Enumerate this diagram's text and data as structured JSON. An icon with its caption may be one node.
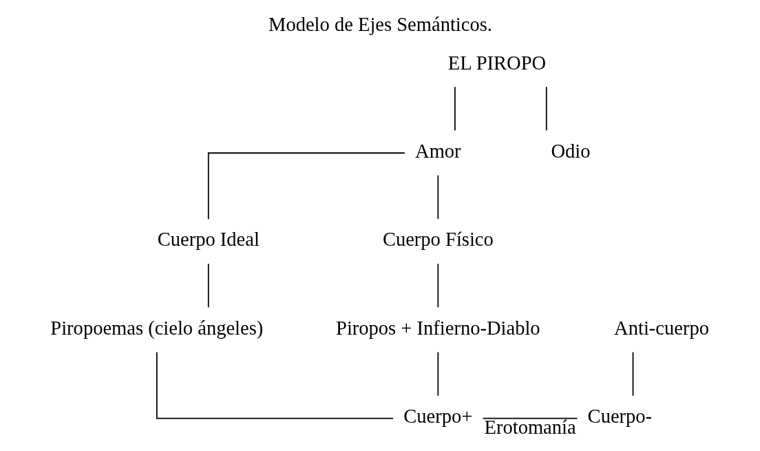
{
  "diagram": {
    "title": "Modelo de Ejes Semánticos.",
    "nodes": [
      {
        "text": [
          "EL PIROPO"
        ]
      },
      {
        "text": [
          "Amor"
        ]
      },
      {
        "text": [
          "Odio"
        ]
      },
      {
        "text": [
          "Cuerpo Ideal"
        ]
      },
      {
        "text": [
          "Cuerpo Físico"
        ]
      },
      {
        "text": [
          "Anti-cuerpo"
        ]
      },
      {
        "text": [
          "Piropoemas (cielo ángeles)"
        ]
      },
      {
        "text": [
          "Piropos + Infierno-Diablo"
        ]
      },
      {
        "text": [
          "Cuerpo+"
        ]
      },
      {
        "text": [
          "Cuerpo-"
        ]
      }
    ],
    "edges": [
      {
        "from": 0,
        "to": 1,
        "arrow": "none"
      },
      {
        "from": 0,
        "to": 2,
        "arrow": "none"
      },
      {
        "from": 1,
        "to": 3,
        "arrow": "none"
      },
      {
        "from": 1,
        "to": 4,
        "arrow": "none"
      },
      {
        "from": 3,
        "to": 6,
        "arrow": "none"
      },
      {
        "from": 4,
        "to": 7,
        "arrow": "none"
      },
      {
        "from": 6,
        "to": 8,
        "arrow": "none"
      },
      {
        "from": 7,
        "to": 8,
        "arrow": "none"
      },
      {
        "from": 5,
        "to": 9,
        "arrow": "none"
      },
      {
        "from": 8,
        "to": 9,
        "arrow": "none",
        "label": "Erotomanía"
      }
    ]
  }
}
